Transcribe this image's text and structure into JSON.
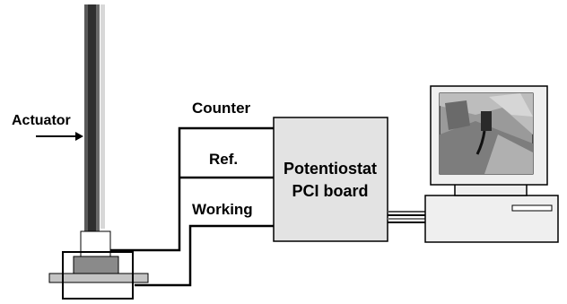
{
  "labels": {
    "actuator": "Actuator",
    "counter": "Counter",
    "reference": "Ref.",
    "working": "Working",
    "potentiostat_line1": "Potentiostat",
    "potentiostat_line2": "PCI board"
  },
  "colors": {
    "wire": "#000000",
    "rod_dark": "#5a5a5a",
    "rod_light": "#d8d8d8",
    "box_fill": "#e3e3e3",
    "base_plate": "#c4c4c4",
    "sample_block": "#8a8a8a",
    "monitor_body": "#efefef"
  }
}
